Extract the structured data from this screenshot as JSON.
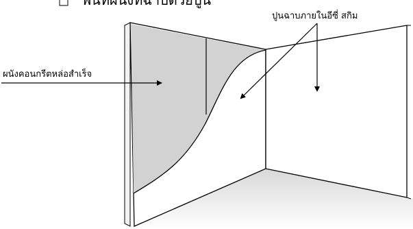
{
  "header": {
    "text": "พื้นที่ผนังที่ฉาบด้วยปูน",
    "icon": "checkbox-icon"
  },
  "labels": {
    "plaster": "ปูนฉาบภายในอีซี่ สกิม",
    "precast_wall": "ผนังคอนกรีตหล่อสำเร็จ"
  },
  "colors": {
    "precast_area": "#d2d2d2",
    "floor_shadow": "#e3e3e3",
    "outline": "#000000"
  }
}
